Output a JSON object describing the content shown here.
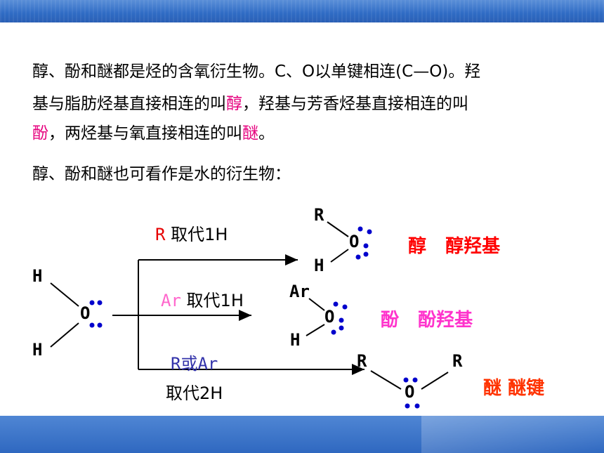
{
  "paragraph": {
    "line1": "醇、酚和醚都是烃的含氧衍生物。C、O以单键相连(C—O)。羟",
    "line2_pre": "基与脂肪烃基直接相连的叫",
    "line2_h1": "醇",
    "line2_post": "，羟基与芳香烃基直接相连的叫",
    "line3_h1": "酚",
    "line3_mid": "，两烃基与氧直接相连的叫",
    "line3_h2": "醚",
    "line3_end": "。"
  },
  "subtitle": "醇、酚和醚也可看作是水的衍生物：",
  "water": {
    "h_top": "H",
    "o": "O",
    "h_bottom": "H"
  },
  "branches": {
    "alcohol": {
      "group": "R",
      "action": "取代1H",
      "mol_r": "R",
      "mol_o": "O",
      "mol_h": "H",
      "result": "醇",
      "result_group": "醇羟基"
    },
    "phenol": {
      "group": "Ar",
      "action": "取代1H",
      "mol_r": "Ar",
      "mol_o": "O",
      "mol_h": "H",
      "result": "酚",
      "result_group": "酚羟基"
    },
    "ether": {
      "group_a": "R",
      "group_or": "或",
      "group_b": "Ar",
      "action": "取代2H",
      "mol_r1": "R",
      "mol_o": "O",
      "mol_r2": "R",
      "result": "醚",
      "result_group": "醚键"
    }
  },
  "colors": {
    "highlight": "#e6007e",
    "alcohol_label": "#e60000",
    "phenol_label": "#ff66cc",
    "ether_label": "#3333aa",
    "result_red": "#ff0000",
    "result_pink": "#ff33cc",
    "result_orange": "#ff3300",
    "lone_pair": "#0000cc"
  }
}
